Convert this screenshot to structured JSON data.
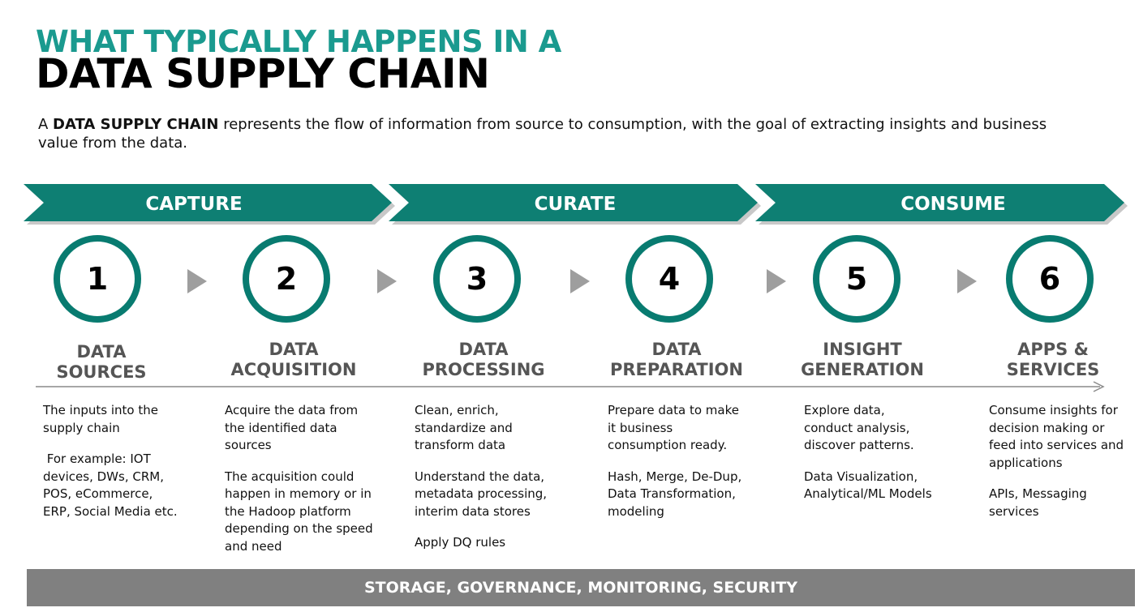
{
  "header": {
    "title_line1": "WHAT TYPICALLY HAPPENS IN A",
    "title_line2": "DATA SUPPLY CHAIN"
  },
  "intro": {
    "prefix": "A ",
    "bold": "DATA SUPPLY CHAIN",
    "rest": " represents the flow of information from source to consumption, with the goal of extracting insights and business value from the data."
  },
  "phases": [
    {
      "label": "CAPTURE"
    },
    {
      "label": "CURATE"
    },
    {
      "label": "CONSUME"
    }
  ],
  "steps": [
    {
      "number": "1",
      "title": "DATA\nSOURCES",
      "desc": [
        "The inputs  into the supply chain",
        " For example: IOT devices, DWs, CRM, POS, eCommerce, ERP, Social Media etc."
      ]
    },
    {
      "number": "2",
      "title": "DATA\nACQUISITION",
      "desc": [
        "Acquire the data from the identified data sources",
        "The acquisition could happen in memory or in the Hadoop platform depending on the speed and need"
      ]
    },
    {
      "number": "3",
      "title": "DATA\nPROCESSING",
      "desc": [
        "Clean, enrich, standardize and transform data",
        "Understand the data, metadata processing, interim data stores",
        "Apply DQ rules"
      ]
    },
    {
      "number": "4",
      "title": "DATA\nPREPARATION",
      "desc": [
        "Prepare data to make it business consumption ready.",
        "Hash, Merge, De-Dup, Data Transformation, modeling"
      ]
    },
    {
      "number": "5",
      "title": "INSIGHT\nGENERATION",
      "desc": [
        "Explore data, conduct analysis, discover patterns.",
        "Data Visualization, Analytical/ML Models"
      ]
    },
    {
      "number": "6",
      "title": "APPS &\nSERVICES",
      "desc": [
        "Consume insights for decision making or feed into services and applications",
        "APIs, Messaging services"
      ]
    }
  ],
  "footer": {
    "label": "STORAGE, GOVERNANCE, MONITORING, SECURITY"
  },
  "colors": {
    "teal_title": "#1a9a8f",
    "teal_banner": "#0e7f73",
    "teal_ring": "#087b70",
    "chevron_gray": "#9e9e9e",
    "footer_gray": "#808080"
  },
  "icons": {
    "step_separator": "chevron-right-icon",
    "timeline": "arrow-right-icon"
  }
}
